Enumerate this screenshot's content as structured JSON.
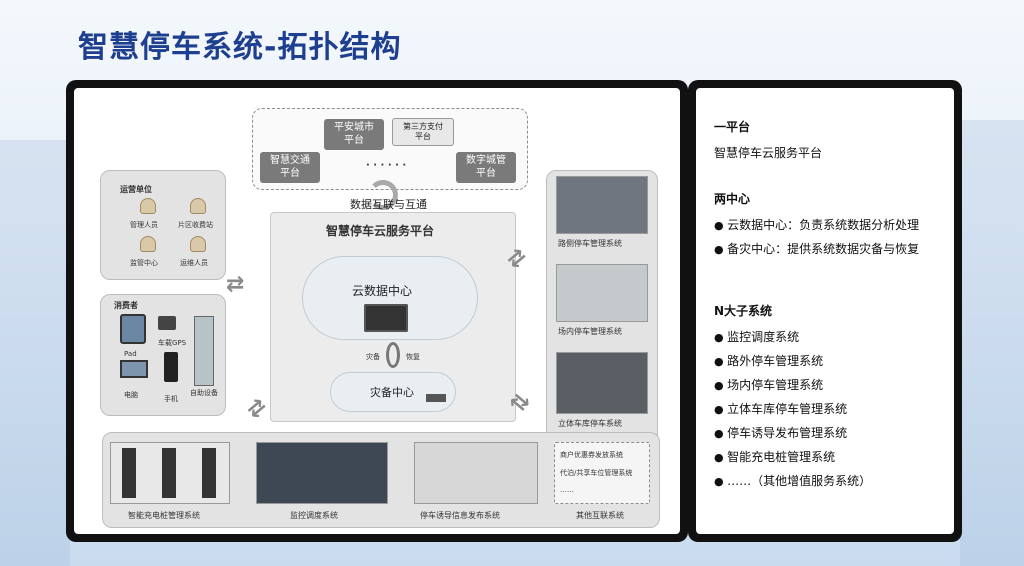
{
  "title": "智慧停车系统-拓扑结构",
  "top_group": {
    "items": [
      "平安城市\n平台",
      "第三方支付\n平台",
      "智慧交通\n平台",
      "数字城管\n平台"
    ],
    "ellipsis": "· · · · · ·"
  },
  "interconnect_label": "数据互联与互通",
  "platform_title": "智慧停车云服务平台",
  "cloud_center": "云数据中心",
  "backup_left": "灾备",
  "backup_right": "恢复",
  "disaster_center": "灾备中心",
  "operator": {
    "title": "运营单位",
    "items": [
      "管理人员",
      "片区收费站",
      "监管中心",
      "运维人员"
    ]
  },
  "consumer": {
    "title": "消费者",
    "items": [
      "Pad",
      "车载GPS",
      "电脑",
      "手机",
      "自助设备"
    ]
  },
  "right_systems": [
    "路侧停车管理系统",
    "场内停车管理系统",
    "立体车库停车系统"
  ],
  "bottom": {
    "charging": "智能充电桩管理系统",
    "monitor": "监控调度系统",
    "guidance": "停车诱导信息发布系统",
    "other_title": "其他互联系统",
    "other_items": [
      "商户优惠券发放系统",
      "代泊/共享车位管理系统",
      "……"
    ]
  },
  "panel": {
    "sec1_title": "一平台",
    "sec1_lines": [
      "智慧停车云服务平台"
    ],
    "sec2_title": "两中心",
    "sec2_lines": [
      "云数据中心：负责系统数据分析处理",
      "备灾中心：提供系统数据灾备与恢复"
    ],
    "sec3_title": "N大子系统",
    "sec3_lines": [
      "监控调度系统",
      "路外停车管理系统",
      "场内停车管理系统",
      "立体车库停车管理系统",
      "停车诱导发布管理系统",
      "智能充电桩管理系统",
      "……（其他增值服务系统）"
    ]
  },
  "colors": {
    "title": "#1e3f8f",
    "frame": "#111111",
    "tag": "#7a7a7a"
  }
}
